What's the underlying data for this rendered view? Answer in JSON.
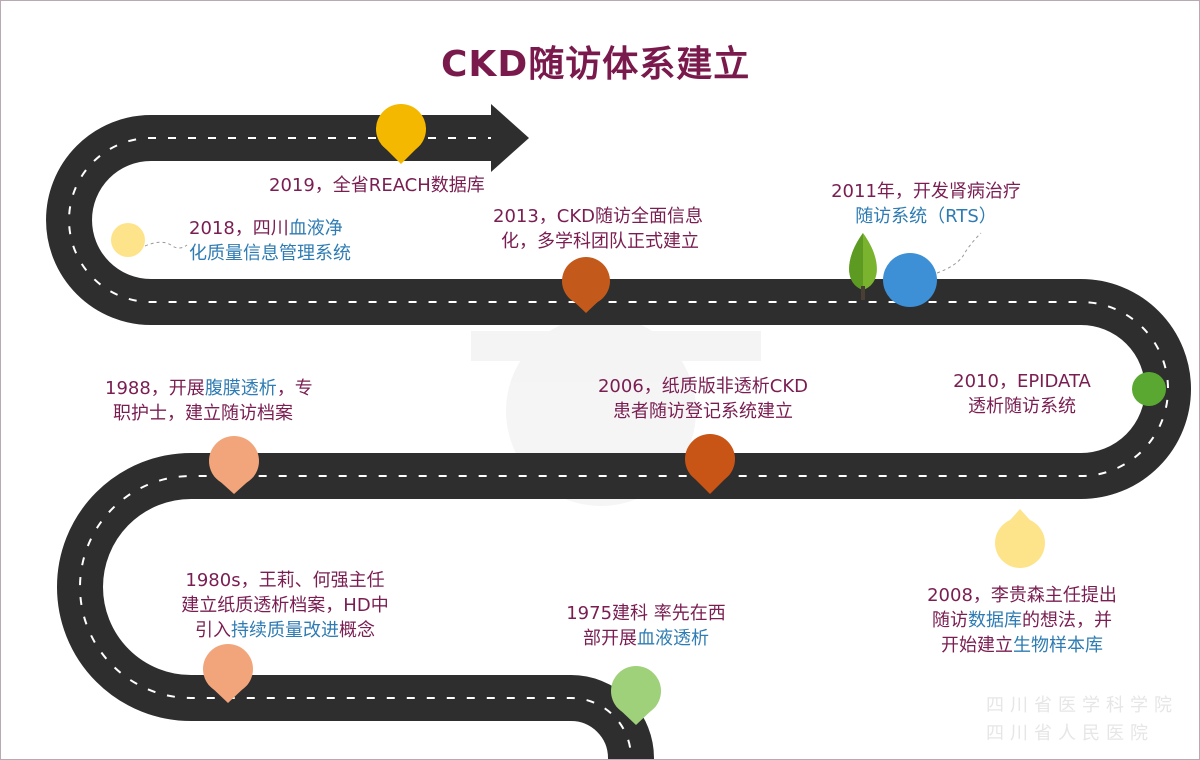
{
  "title": "CKD随访体系建立",
  "colors": {
    "road": "#2e2e2e",
    "road_marking": "#ffffff",
    "title": "#7a1a4c",
    "text": "#7a1e52",
    "highlight": "#2e7cb3",
    "pin_2019": "#f5b800",
    "pin_2013": "#c35a1c",
    "pin_2006": "#c85416",
    "pin_1988": "#f2a57a",
    "pin_1980s": "#f2a57a",
    "pin_1975": "#9fd07a",
    "pin_2008": "#fde48a",
    "dot_2018": "#fde48a",
    "dot_2011": "#3d8fd6",
    "dot_2010": "#5aa832",
    "tree": "#7ab32e"
  },
  "events": [
    {
      "id": "2019",
      "line1": "2019，全省REACH数据库"
    },
    {
      "id": "2018",
      "line1_a": "2018，四川",
      "line1_hl": "血液净",
      "line2": "化质量信息管理系统"
    },
    {
      "id": "2013",
      "line1": "2013，CKD随访全面信息",
      "line2": "化，多学科团队正式建立"
    },
    {
      "id": "2011",
      "line1": "2011年，开发肾病治疗",
      "line2": "随访系统（RTS）"
    },
    {
      "id": "1988",
      "line1_a": "1988，开展",
      "line1_hl": "腹膜透析",
      "line1_b": "，专",
      "line2": "职护士，建立随访档案"
    },
    {
      "id": "2006",
      "line1": "2006，纸质版非透析CKD",
      "line2": "患者随访登记系统建立"
    },
    {
      "id": "2010",
      "line1": "2010，EPIDATA",
      "line2": "透析随访系统"
    },
    {
      "id": "2008",
      "line1": "2008，李贵森主任提出",
      "line2_a": "随访",
      "line2_hl": "数据库",
      "line2_b": "的想法，并",
      "line3_a": "开始建立",
      "line3_hl": "生物样本库"
    },
    {
      "id": "1980s",
      "line1": "1980s，王莉、何强主任",
      "line2": "建立纸质透析档案，HD中",
      "line3_a": "引入",
      "line3_hl": "持续质量改进",
      "line3_b": "概念"
    },
    {
      "id": "1975",
      "line1": "1975建科 率先在西",
      "line2_a": "部开展",
      "line2_hl": "血液透析"
    }
  ],
  "watermark": {
    "line1": "四川省医学科学院",
    "line2": "四川省人民医院"
  }
}
